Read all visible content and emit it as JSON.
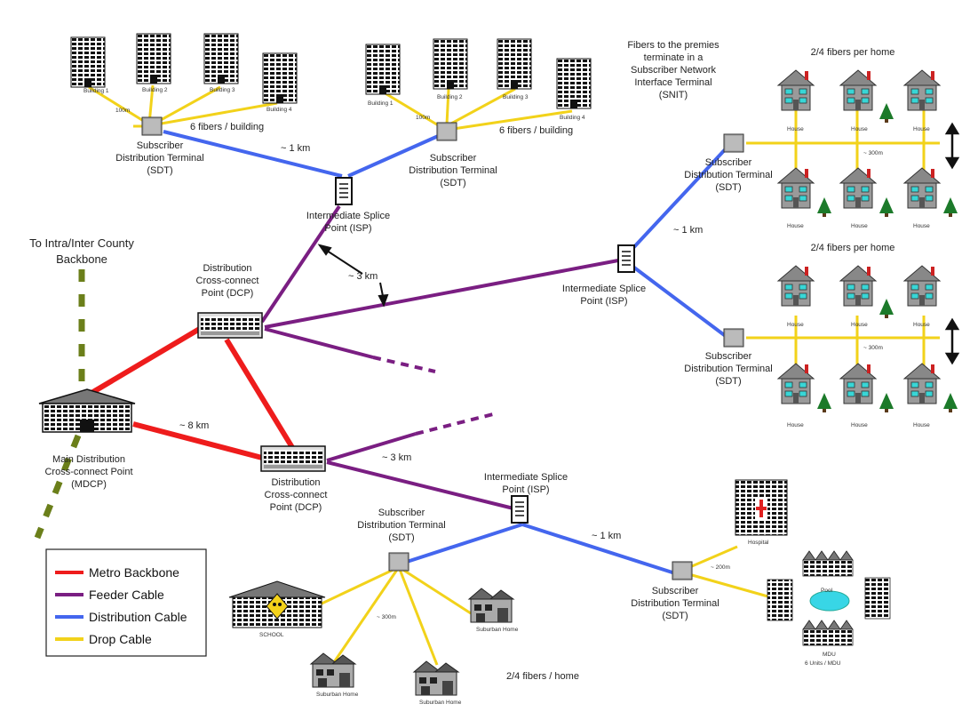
{
  "colors": {
    "metro_backbone": "#ee1c1c",
    "feeder_cable": "#7a1e82",
    "distribution_cable": "#4466ee",
    "drop_cable": "#f2d21a",
    "backbone_link": "#6b7f1a"
  },
  "labels": {
    "backbone_to": "To Intra/Inter County",
    "backbone_name": "Backbone",
    "mdcp_1": "Main Distribution",
    "mdcp_2": "Cross-connect Point",
    "mdcp_3": "(MDCP)",
    "dcp_top_1": "Distribution",
    "dcp_top_2": "Cross-connect",
    "dcp_top_3": "Point (DCP)",
    "dcp_bot_1": "Distribution",
    "dcp_bot_2": "Cross-connect",
    "dcp_bot_3": "Point (DCP)",
    "isp_top_1": "Intermediate Splice",
    "isp_top_2": "Point (ISP)",
    "isp_mid_1": "Intermediate Splice",
    "isp_mid_2": "Point (ISP)",
    "isp_bot_1": "Intermediate Splice",
    "isp_bot_2": "Point (ISP)",
    "sdt_1": "Subscriber",
    "sdt_2": "Distribution Terminal",
    "sdt_3": "(SDT)",
    "sdt_b_1": "Subscriber",
    "sdt_b_2": "Distribution Terminal",
    "sdt_b_3": "(SDT)",
    "sdt_r1_1": "Subscriber",
    "sdt_r1_2": "Distribution Terminal",
    "sdt_r1_3": "(SDT)",
    "sdt_r2_1": "Subscriber",
    "sdt_r2_2": "Distribution Terminal",
    "sdt_r2_3": "(SDT)",
    "sdt_s1_1": "Subscriber",
    "sdt_s1_2": "Distribution Terminal",
    "sdt_s1_3": "(SDT)",
    "sdt_s2_1": "Subscriber",
    "sdt_s2_2": "Distribution Terminal",
    "sdt_s2_3": "(SDT)",
    "fibers_bldg": "6 fibers / building",
    "fibers_bldg_2": "6 fibers / building",
    "dist_1km_top": "~ 1 km",
    "dist_1km_right": "~ 1 km",
    "dist_3km_feeder": "~ 3 km",
    "dist_8km": "~ 8 km",
    "dist_3km_lower": "~ 3 km",
    "dist_1km_bottom": "~ 1 km",
    "snit_1": "Fibers to the premies",
    "snit_2": "terminate in a",
    "snit_3": "Subscriber Network",
    "snit_4": "Interface Terminal",
    "snit_5": "(SNIT)",
    "fibers_home_1": "2/4 fibers per home",
    "fibers_home_2": "2/4 fibers per home",
    "fibers_home_bottom": "2/4 fibers / home",
    "dist_300m": "~ 300m",
    "dist_300m_2": "~ 300m",
    "dist_300m_3": "~ 300m",
    "dist_200m": "~ 200m",
    "school": "SCHOOL",
    "hospital": "Hospital",
    "mdu_lbl": "MDU",
    "mdu_units": "6 Units / MDU",
    "pool": "Pool",
    "suburban": "Suburban Home",
    "house": "House",
    "building_1": "Building 1",
    "building_2": "Building 2",
    "building_3": "Building 3",
    "building_4": "Building 4",
    "dist_100m": "100m"
  },
  "legend": [
    {
      "label": "Metro Backbone",
      "color": "#ee1c1c"
    },
    {
      "label": "Feeder Cable",
      "color": "#7a1e82"
    },
    {
      "label": "Distribution Cable",
      "color": "#4466ee"
    },
    {
      "label": "Drop Cable",
      "color": "#f2d21a"
    }
  ]
}
